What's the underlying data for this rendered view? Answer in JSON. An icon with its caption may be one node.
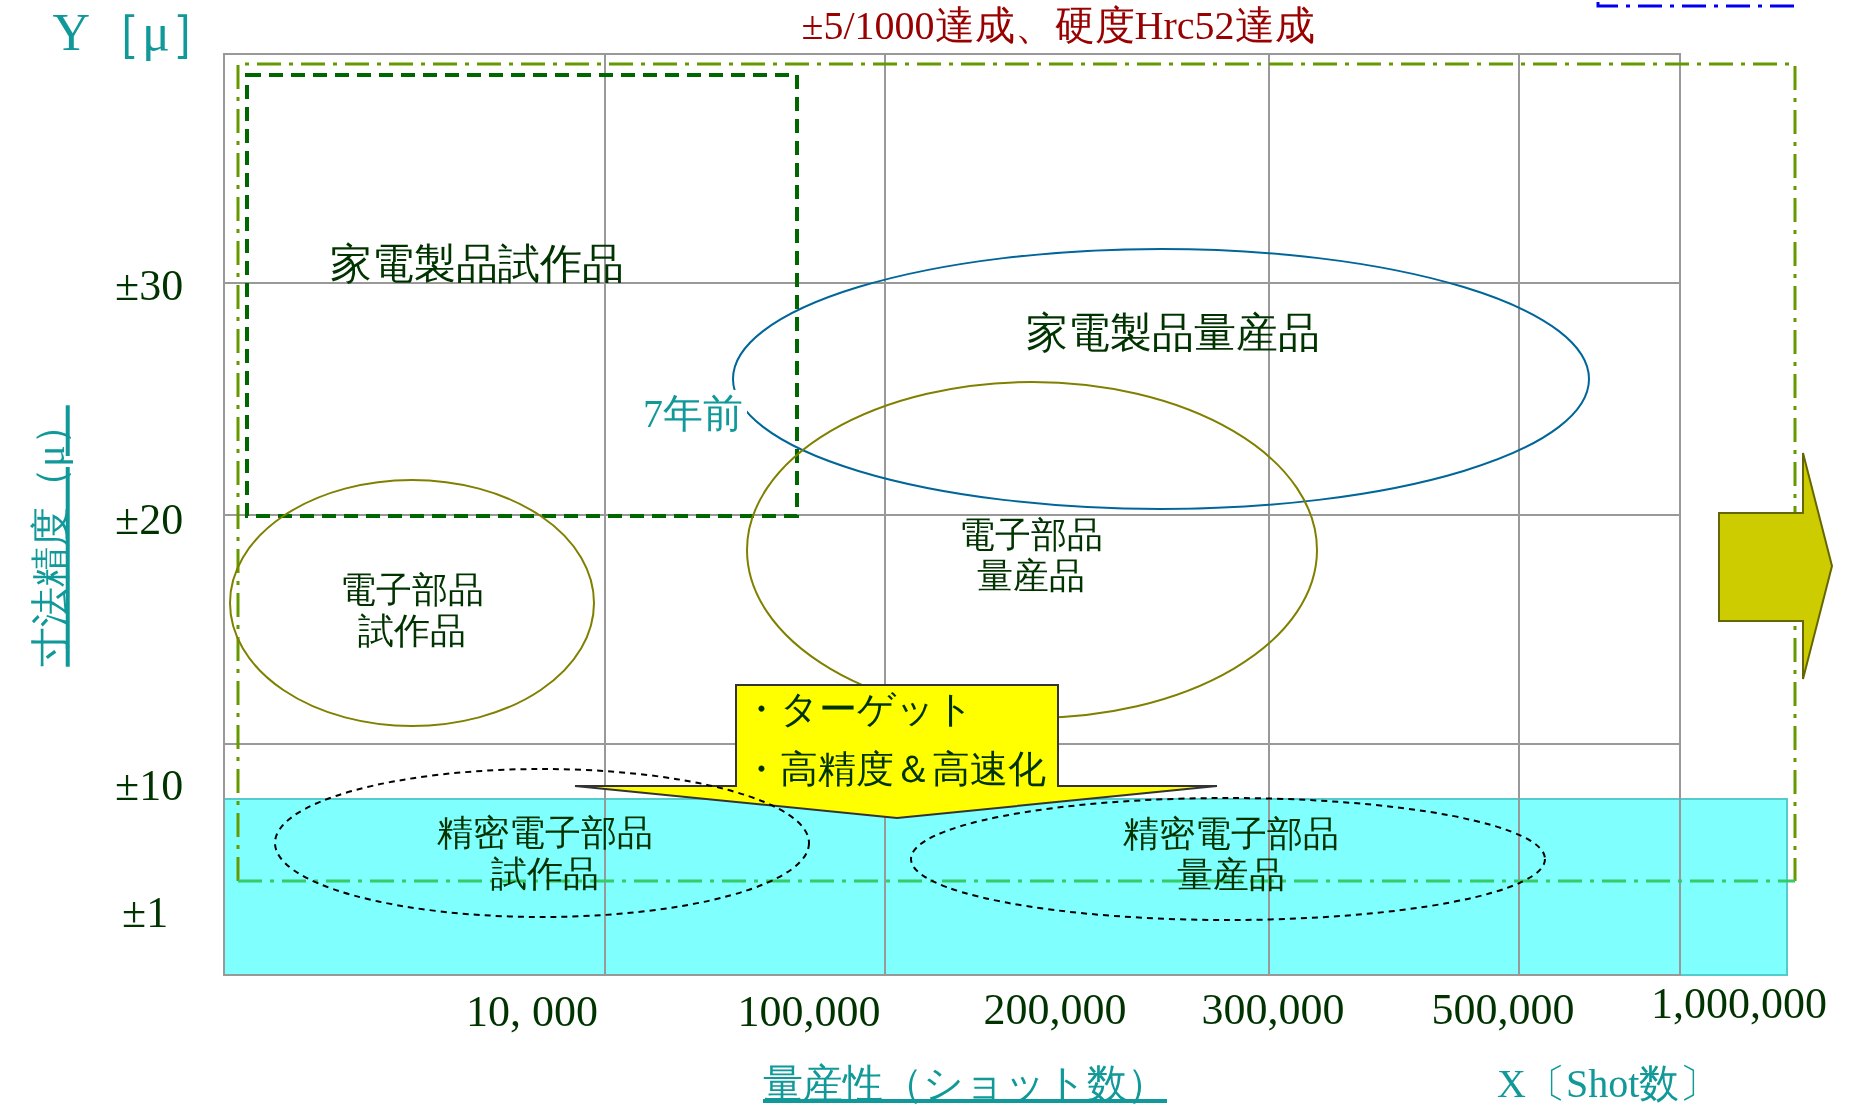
{
  "diagram": {
    "title": "±5/1000達成、硬度Hrc52達成",
    "nodes": [
      {
        "text": [
          "家電製品試作品"
        ]
      },
      {
        "text": [
          "家電製品量産品"
        ]
      },
      {
        "text": [
          "電子部品試作品"
        ]
      },
      {
        "text": [
          "電子部品量産品"
        ]
      },
      {
        "text": [
          "・ターゲット",
          "・高精度＆高速化"
        ]
      },
      {
        "text": [
          "精密電子部品試作品"
        ]
      },
      {
        "text": [
          "精密電子部品量産品"
        ]
      }
    ],
    "labels": [
      "Y［μ］",
      "±30",
      "寸法精度（μ）",
      "±20",
      "±10",
      "±1",
      "7年前",
      "10, 000",
      "100,000",
      "200,000",
      "300,000",
      "500,000",
      "1,000,000",
      "量産性（ショット数）",
      "X〔Shot数〕"
    ]
  }
}
